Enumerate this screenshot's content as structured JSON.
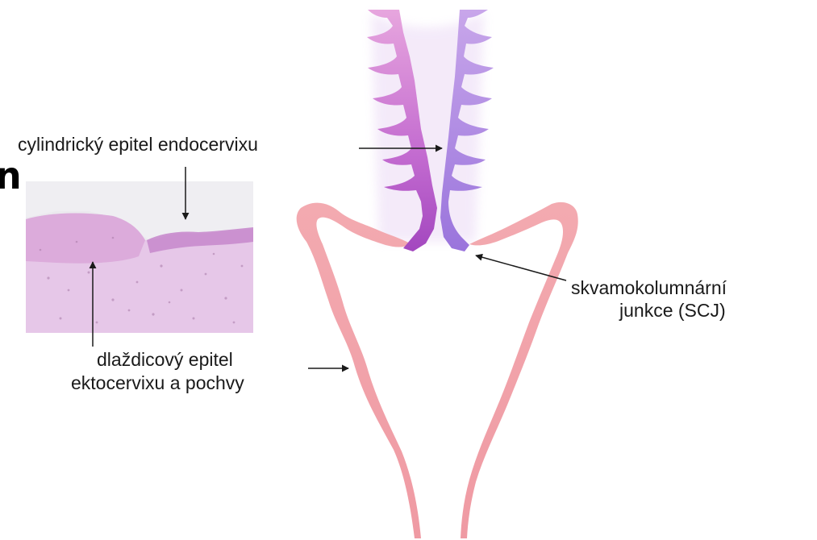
{
  "fragment_text": "n",
  "labels": {
    "columnar": "cylindrický epitel endocervixu",
    "scj_line1": "skvamokolumnární",
    "scj_line2": "junkce (SCJ)",
    "squamous_line1": "dlaždicový epitel",
    "squamous_line2": "ektocervixu a pochvy"
  },
  "colors": {
    "squamous_epithelium": "#f0a2a8",
    "columnar_left": "#b160c6",
    "columnar_right": "#a283de",
    "histology_tissue": "#e5c4e6",
    "arrow": "#1a1a1a"
  }
}
